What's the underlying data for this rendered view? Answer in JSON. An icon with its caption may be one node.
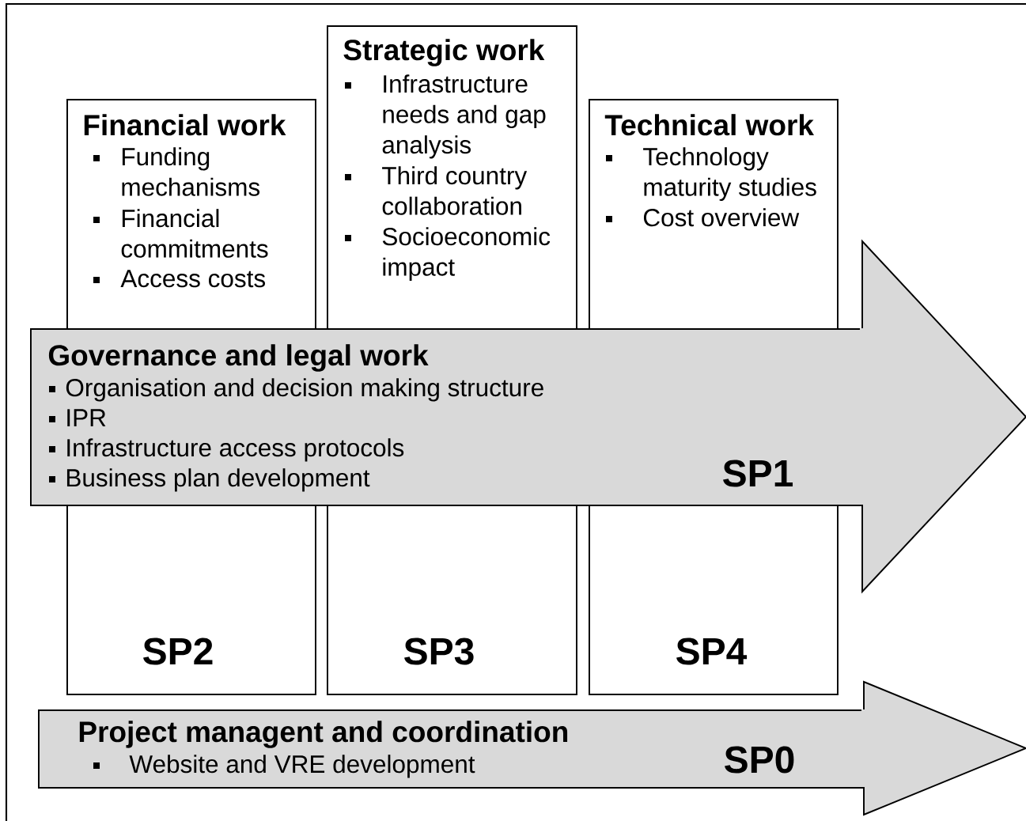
{
  "diagram": {
    "nodes": [
      {
        "text": [
          "Financial work",
          "Funding mechanisms",
          "Financial commitments",
          "Access costs",
          "SP2"
        ]
      },
      {
        "text": [
          "Strategic work",
          "Infrastructure needs and gap analysis",
          "Third country collaboration",
          "Socioeconomic impact",
          "SP3"
        ]
      },
      {
        "text": [
          "Technical work",
          "Technology maturity studies",
          "Cost overview",
          "SP4"
        ]
      },
      {
        "text": [
          "Governance and legal work",
          "Organisation and decision making structure",
          "IPR",
          "Infrastructure access protocols",
          "Business plan development",
          "SP1"
        ]
      },
      {
        "text": [
          "Project managent and coordination",
          "Website and VRE development",
          "SP0"
        ]
      }
    ]
  }
}
